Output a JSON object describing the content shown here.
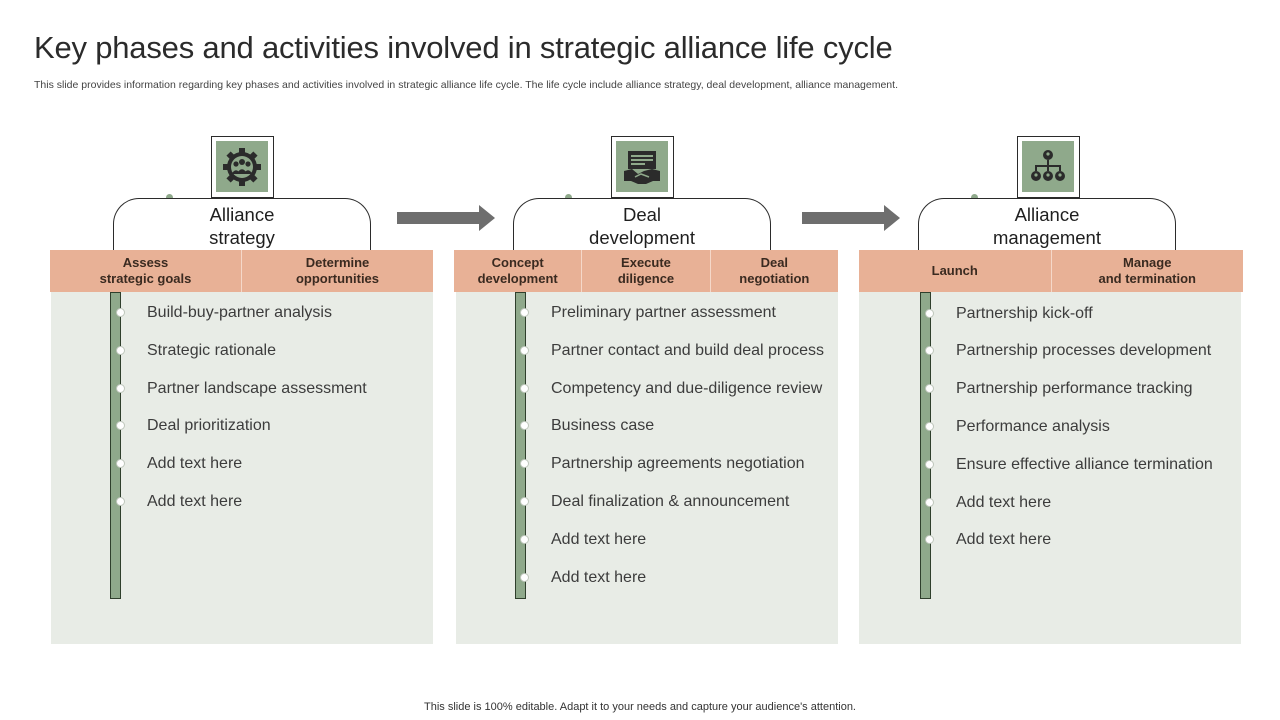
{
  "title": "Key phases and activities involved in strategic alliance life cycle",
  "subtitle": "This slide provides information regarding key phases and activities involved in strategic alliance life cycle. The life cycle include alliance strategy, deal development, alliance management.",
  "footer": "This slide is 100% editable. Adapt it to your needs and capture your audience's attention.",
  "colors": {
    "accent_green": "#8fa98b",
    "band_peach": "#e8b196",
    "panel_bg": "#e8ece6",
    "arrow_grey": "#6e6e6e"
  },
  "phases": [
    {
      "icon": "gear-people-icon",
      "title_line1": "Alliance",
      "title_line2": "strategy",
      "columns": [
        {
          "line1": "Assess",
          "line2": "strategic goals"
        },
        {
          "line1": "Determine",
          "line2": "opportunities"
        }
      ],
      "items": [
        "Build-buy-partner  analysis",
        "Strategic rationale",
        "Partner landscape assessment",
        "Deal prioritization",
        "Add text here",
        "Add text here"
      ]
    },
    {
      "icon": "handshake-icon",
      "title_line1": "Deal",
      "title_line2": "development",
      "columns": [
        {
          "line1": "Concept",
          "line2": "development"
        },
        {
          "line1": "Execute",
          "line2": "diligence"
        },
        {
          "line1": "Deal",
          "line2": "negotiation"
        }
      ],
      "items": [
        "Preliminary partner assessment",
        "Partner contact and build deal process",
        "Competency and due-diligence review",
        "Business case",
        "Partnership agreements negotiation",
        "Deal finalization  & announcement",
        "Add text here",
        "Add text here"
      ]
    },
    {
      "icon": "org-chart-icon",
      "title_line1": "Alliance",
      "title_line2": "management",
      "columns": [
        {
          "line1": "Launch",
          "line2": ""
        },
        {
          "line1": "Manage",
          "line2": "and termination"
        }
      ],
      "items": [
        "Partnership kick-off",
        "Partnership processes development",
        "Partnership performance tracking",
        "Performance analysis",
        "Ensure effective alliance termination",
        "Add text here",
        "Add text here"
      ]
    }
  ]
}
